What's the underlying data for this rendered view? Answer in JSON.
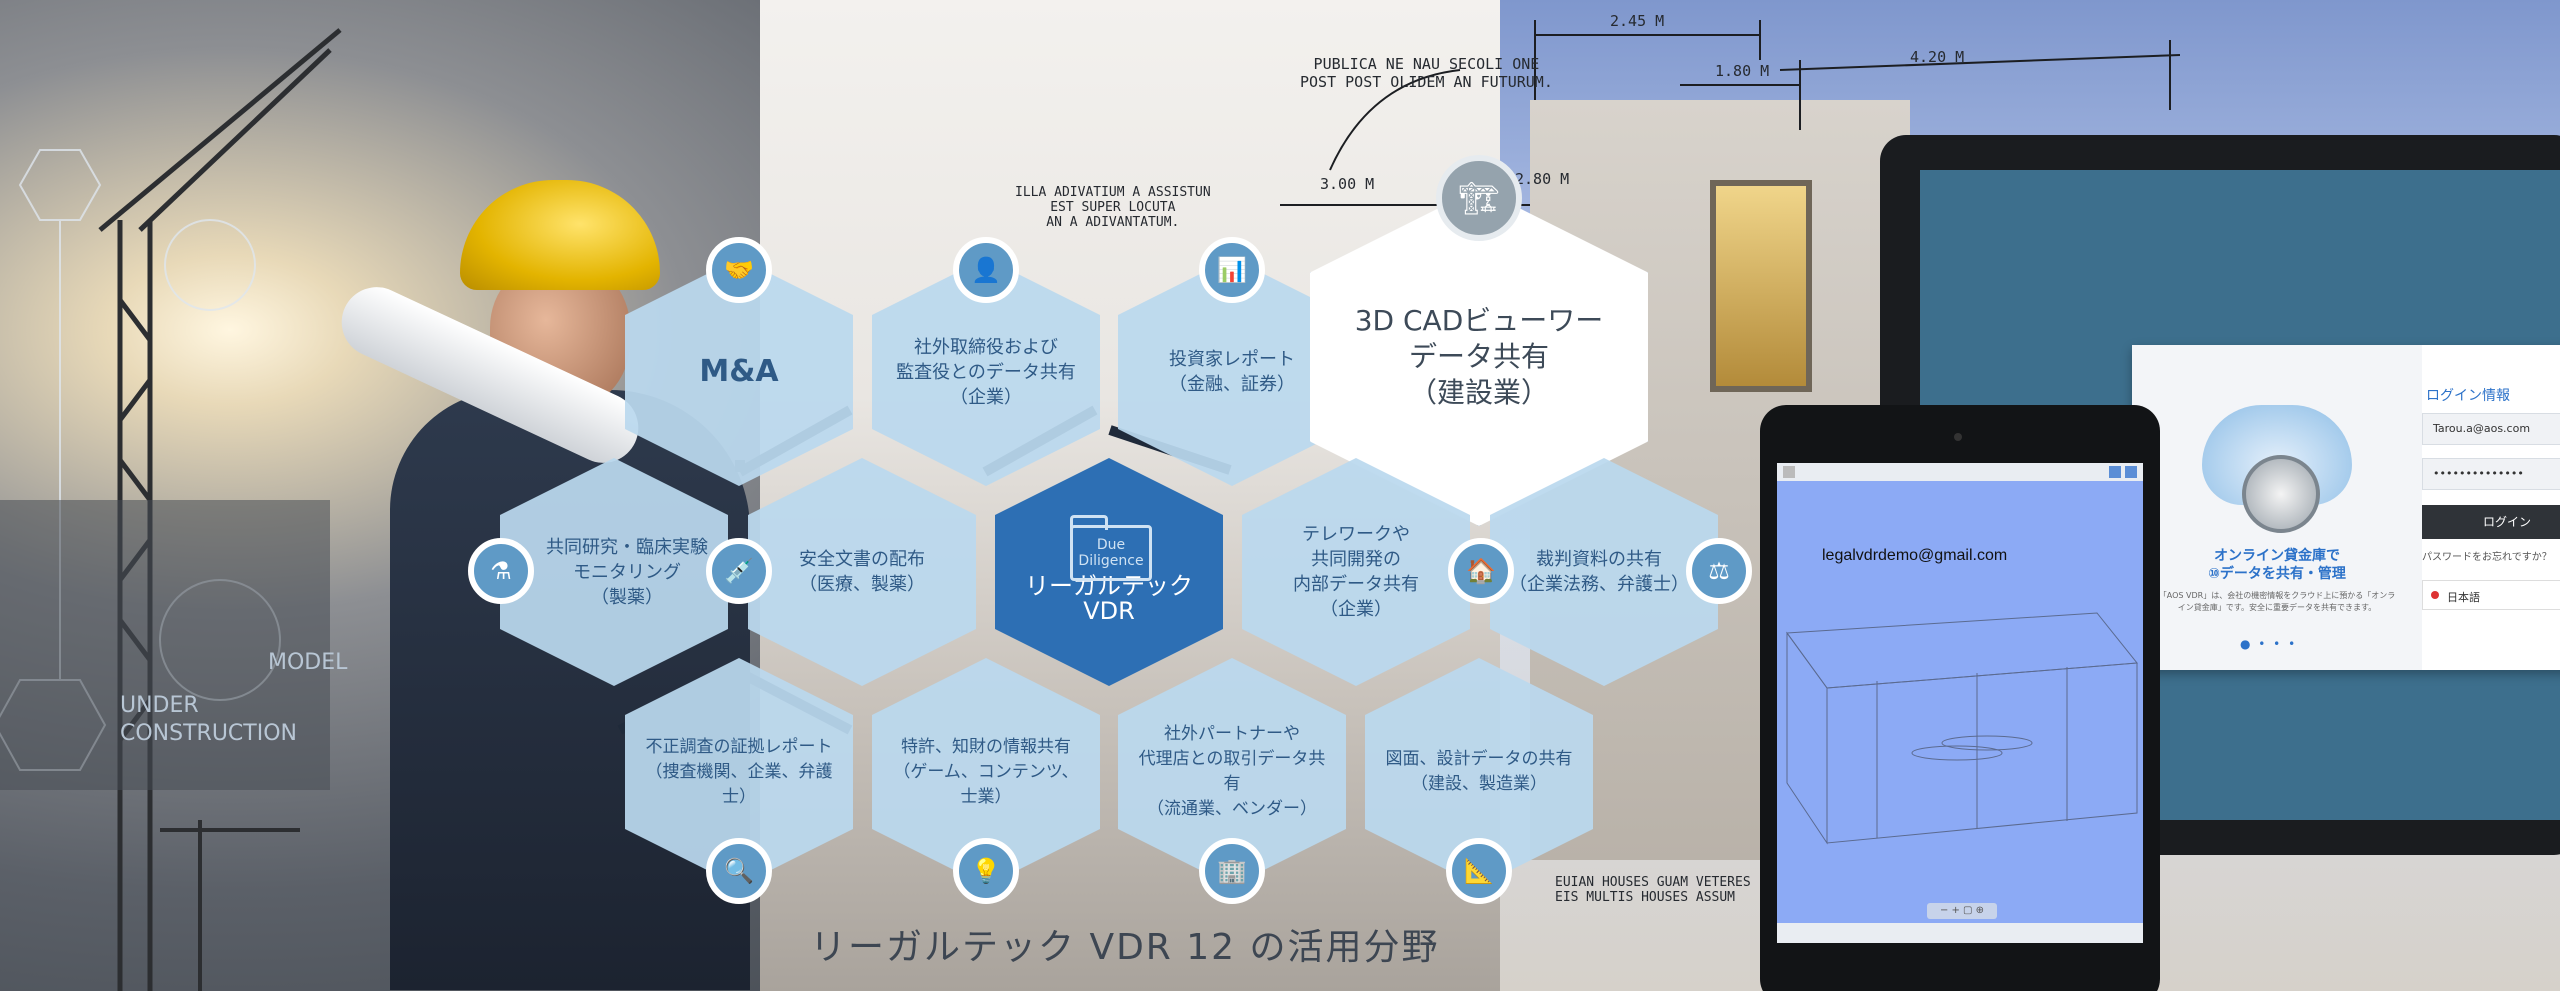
{
  "hexagons": [
    {
      "label": "M&A",
      "icon": "handshake-icon"
    },
    {
      "label": "社外取締役および\n監査役とのデータ共有\n（企業）",
      "icon": "person-icon"
    },
    {
      "label": "投資家レポート\n（金融、証券）",
      "icon": "report-icon"
    },
    {
      "label": "3D CADビューワー\nデータ共有\n（建設業）",
      "icon": "building-cad-icon"
    },
    {
      "label": "共同研究・臨床実験\nモニタリング\n（製薬）",
      "icon": "lab-icon"
    },
    {
      "label": "安全文書の配布\n（医療、製薬）",
      "icon": "syringe-icon"
    },
    {
      "label": "リーガルテックVDR",
      "icon": "folder-icon"
    },
    {
      "label": "テレワークや\n共同開発の\n内部データ共有\n（企業）",
      "icon": "telework-icon"
    },
    {
      "label": "裁判資料の共有\n（企業法務、弁護士）",
      "icon": "gavel-icon"
    },
    {
      "label": "不正調査の証拠レポート\n（捜査機関、企業、弁護士）",
      "icon": "evidence-icon"
    },
    {
      "label": "特許、知財の情報共有\n（ゲーム、コンテンツ、士業）",
      "icon": "lightbulb-icon"
    },
    {
      "label": "社外パートナーや\n代理店との取引データ共有\n（流通業、ベンダー）",
      "icon": "partner-icon"
    },
    {
      "label": "図面、設計データの共有\n（建設、製造業）",
      "icon": "blueprint-icon"
    }
  ],
  "center_folder_text": "Due\nDiligence",
  "caption": "リーガルテック VDR 12 の活用分野",
  "background_text": {
    "under_construction": "UNDER\nCONSTRUCTION",
    "model": "MODEL",
    "sketch_note_top": "PUBLICA NE NAU SECOLI ONE\nPOST POST OLIDEM AN FUTURUM.",
    "sketch_note_left": "ILLA ADIVATIUM A ASSISTUN\nEST SUPER LOCUTA\nAN A ADIVANTATUM.",
    "sketch_note_bottom": "EUIAN HOUSES GUAM VETERES\nEIS MULTIS HOUSES ASSUM",
    "dim_245": "2.45 M",
    "dim_180": "1.80 M",
    "dim_420": "4.20 M",
    "dim_300": "3.00 M",
    "dim_280": "2.80 M"
  },
  "tablet": {
    "email": "legalvdrdemo@gmail.com",
    "toolbar": "− + ▢ ⊕"
  },
  "login": {
    "promo_title": "オンライン貸金庫で\n⑩データを共有・管理",
    "promo_body": "「AOS VDR」は、会社の機密情報をクラウド上に預かる「オンライン貸金庫」です。安全に重要データを共有できます。",
    "section_title": "ログイン情報",
    "email_value": "Tarou.a@aos.com",
    "password_value": "••••••••••••••",
    "login_button": "ログイン",
    "forgot": "パスワードをお忘れですか？",
    "language": "日本語",
    "pager": "● • • •"
  },
  "colors": {
    "hex_light": "#bad8ee",
    "hex_dark": "#2d6fb4",
    "hex_text": "#2f5a86",
    "icon_circle": "#5f9ac6"
  }
}
